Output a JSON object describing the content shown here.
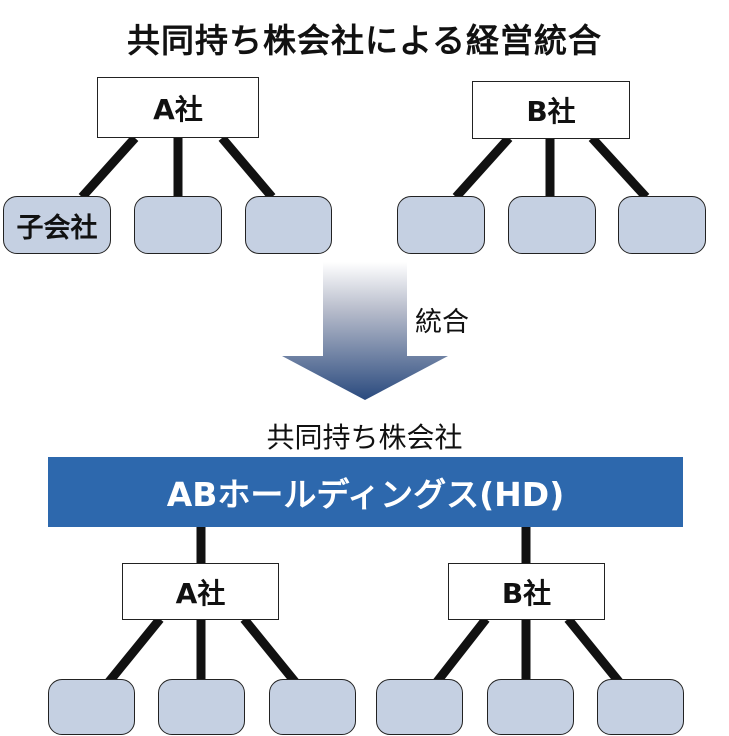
{
  "title": "共同持ち株会社による経営統合",
  "before": {
    "companies": [
      {
        "label": "A社",
        "subsidiaries": [
          "子会社",
          "",
          ""
        ]
      },
      {
        "label": "B社",
        "subsidiaries": [
          "",
          "",
          ""
        ]
      }
    ]
  },
  "arrow_label": "統合",
  "after": {
    "holding_caption": "共同持ち株会社",
    "holding_name": "ABホールディングス(HD)",
    "companies": [
      {
        "label": "A社",
        "subsidiaries": [
          "",
          "",
          ""
        ]
      },
      {
        "label": "B社",
        "subsidiaries": [
          "",
          "",
          ""
        ]
      }
    ]
  },
  "colors": {
    "holding_bar": "#2d68ad",
    "subsidiary_fill": "#c5d0e2",
    "arrow_top": "#ffffff",
    "arrow_bottom": "#2a4a7e"
  }
}
